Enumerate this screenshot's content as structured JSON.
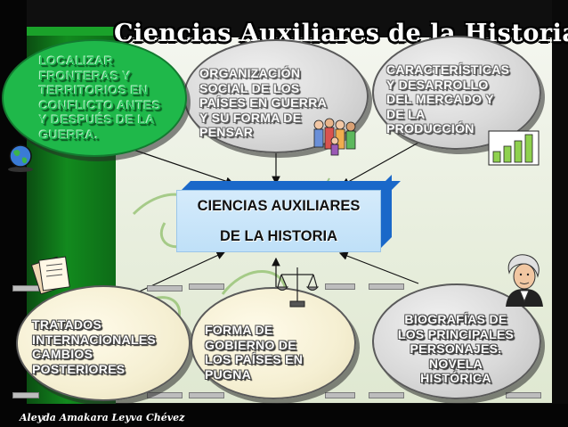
{
  "title": "Ciencias Auxiliares de la Historia",
  "center_box": {
    "line1": "CIENCIAS AUXILIARES",
    "line2": "DE LA HISTORIA"
  },
  "ovals": {
    "top_left": [
      "LOCALIZAR",
      "FRONTERAS Y",
      "TERRITORIOS EN",
      "CONFLICTO ANTES",
      "Y DESPUÉS DE LA",
      "GUERRA."
    ],
    "top_middle": [
      "ORGANIZACIÓN",
      "SOCIAL DE LOS",
      "PAÍSES EN GUERRA",
      "Y SU FORMA DE",
      "PENSAR"
    ],
    "top_right": [
      "CARACTERÍSTICAS",
      "Y DESARROLLO",
      "DEL MERCADO Y",
      "DE LA",
      "PRODUCCIÓN"
    ],
    "bottom_left": [
      "TRATADOS",
      "INTERNACIONALES",
      "CAMBIOS",
      "POSTERIORES"
    ],
    "bottom_middle": [
      "FORMA DE",
      "GOBIERNO DE",
      "LOS PAÍSES EN",
      "PUGNA"
    ],
    "bottom_right": [
      "BIOGRAFÍAS DE",
      "LOS PRINCIPALES",
      "PERSONAJES.",
      "NOVELA",
      "HISTÓRICA"
    ]
  },
  "credit": "Aleyda Amakara Leyva Chévez",
  "icons": [
    "globe-icon",
    "people-group-icon",
    "bar-chart-icon",
    "papers-icon",
    "justice-scales-icon",
    "george-washington-portrait-icon"
  ],
  "colors": {
    "green_oval": "#1fb84a",
    "box_blue": "#1a68c9",
    "box_face": "#cfe7fa"
  }
}
